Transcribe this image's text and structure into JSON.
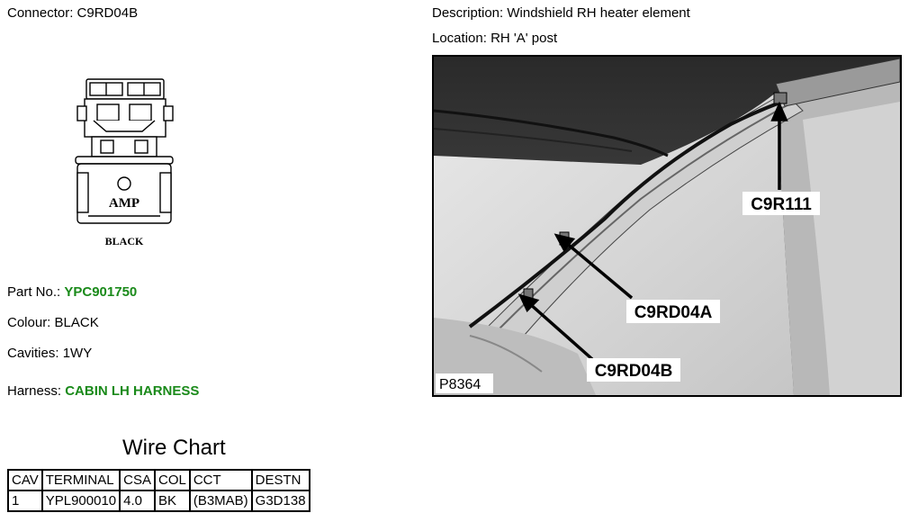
{
  "connector": {
    "label": "Connector:",
    "value": "C9RD04B"
  },
  "connector_drawing": {
    "brand": "AMP",
    "colour_caption": "BLACK"
  },
  "part_no": {
    "label": "Part No.:",
    "value": "YPC901750"
  },
  "colour": {
    "label": "Colour:",
    "value": "BLACK"
  },
  "cavities": {
    "label": "Cavities:",
    "value": "1WY"
  },
  "harness": {
    "label": "Harness:",
    "value": "CABIN LH HARNESS"
  },
  "description": {
    "label": "Description:",
    "value": "Windshield RH heater element"
  },
  "location": {
    "label": "Location:",
    "value": "RH 'A' post"
  },
  "photo": {
    "ref": "P8364",
    "callouts": [
      "C9R111",
      "C9RD04A",
      "C9RD04B"
    ]
  },
  "wire_chart": {
    "title": "Wire Chart",
    "headers": [
      "CAV",
      "TERMINAL",
      "CSA",
      "COL",
      "CCT",
      "DESTN"
    ],
    "rows": [
      [
        "1",
        "YPL900010",
        "4.0",
        "BK",
        "(B3MAB)",
        "G3D138"
      ]
    ]
  }
}
